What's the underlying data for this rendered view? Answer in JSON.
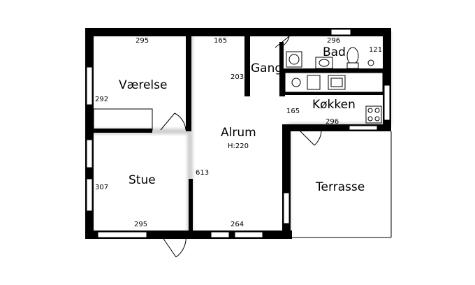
{
  "rooms": {
    "vaerelse": "Værelse",
    "stue": "Stue",
    "alrum": "Alrum",
    "alrum_height": "H:220",
    "gang": "Gang",
    "bad": "Bad",
    "koekken": "Køkken",
    "terrasse": "Terrasse"
  },
  "dimensions": {
    "vaerelse_width": "295",
    "alrum_width_top": "165",
    "bad_width": "296",
    "bad_depth": "121",
    "gang_partition": "203",
    "vaerelse_depth": "292",
    "koekken_width": "165",
    "koekken_depth": "296",
    "alrum_depth": "613",
    "stue_depth": "307",
    "stue_width": "295",
    "alrum_width_bottom": "264"
  },
  "colors": {
    "wall": "#000000",
    "background": "#ffffff",
    "shadow": "#cfcfcf"
  }
}
